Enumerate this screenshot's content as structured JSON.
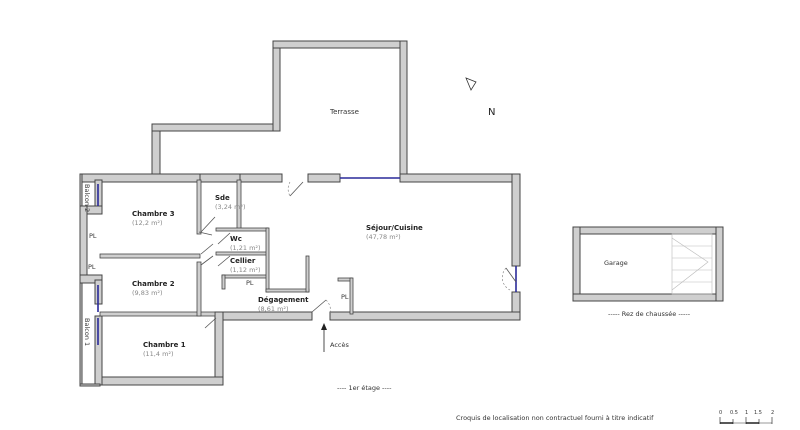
{
  "compass": {
    "north_label": "N"
  },
  "rooms": {
    "terrasse": {
      "name": "Terrasse"
    },
    "sejour": {
      "name": "Séjour/Cuisine",
      "area": "(47,78 m²)"
    },
    "sde": {
      "name": "Sde",
      "area": "(3,24 m²)"
    },
    "wc": {
      "name": "Wc",
      "area": "(1,21 m²)"
    },
    "cellier": {
      "name": "Cellier",
      "area": "(1,12 m²)"
    },
    "chambre3": {
      "name": "Chambre 3",
      "area": "(12,2 m²)"
    },
    "chambre2": {
      "name": "Chambre 2",
      "area": "(9,83 m²)"
    },
    "chambre1": {
      "name": "Chambre 1",
      "area": "(11,4 m²)"
    },
    "degagement": {
      "name": "Dégagement",
      "area": "(8,61 m²)"
    },
    "garage": {
      "name": "Garage"
    }
  },
  "balconies": [
    "Balcon 2",
    "Balcon 1"
  ],
  "placard_label": "PL",
  "access_label": "Accès",
  "floor_labels": {
    "upper": "----  1er étage  ----",
    "ground": "-----  Rez de chaussée  -----"
  },
  "disclaimer": "Croquis de localisation non contractuel fourni à titre indicatif",
  "scale_bar": {
    "ticks": [
      "0",
      "0.5",
      "1",
      "1.5",
      "2"
    ]
  },
  "colors": {
    "wall": "#cfcfcf",
    "window": "#2a2a9a"
  }
}
